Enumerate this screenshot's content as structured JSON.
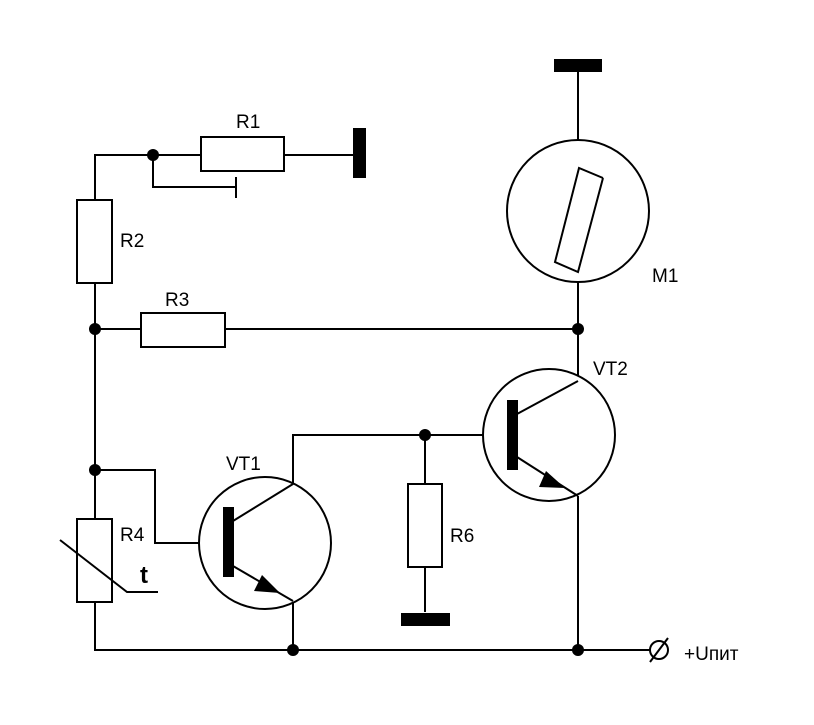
{
  "labels": {
    "r1": "R1",
    "r2": "R2",
    "r3": "R3",
    "r4": "R4",
    "r6": "R6",
    "vt1": "VT1",
    "vt2": "VT2",
    "m1": "M1",
    "thermistor": "t",
    "supply": "+Uпит"
  }
}
